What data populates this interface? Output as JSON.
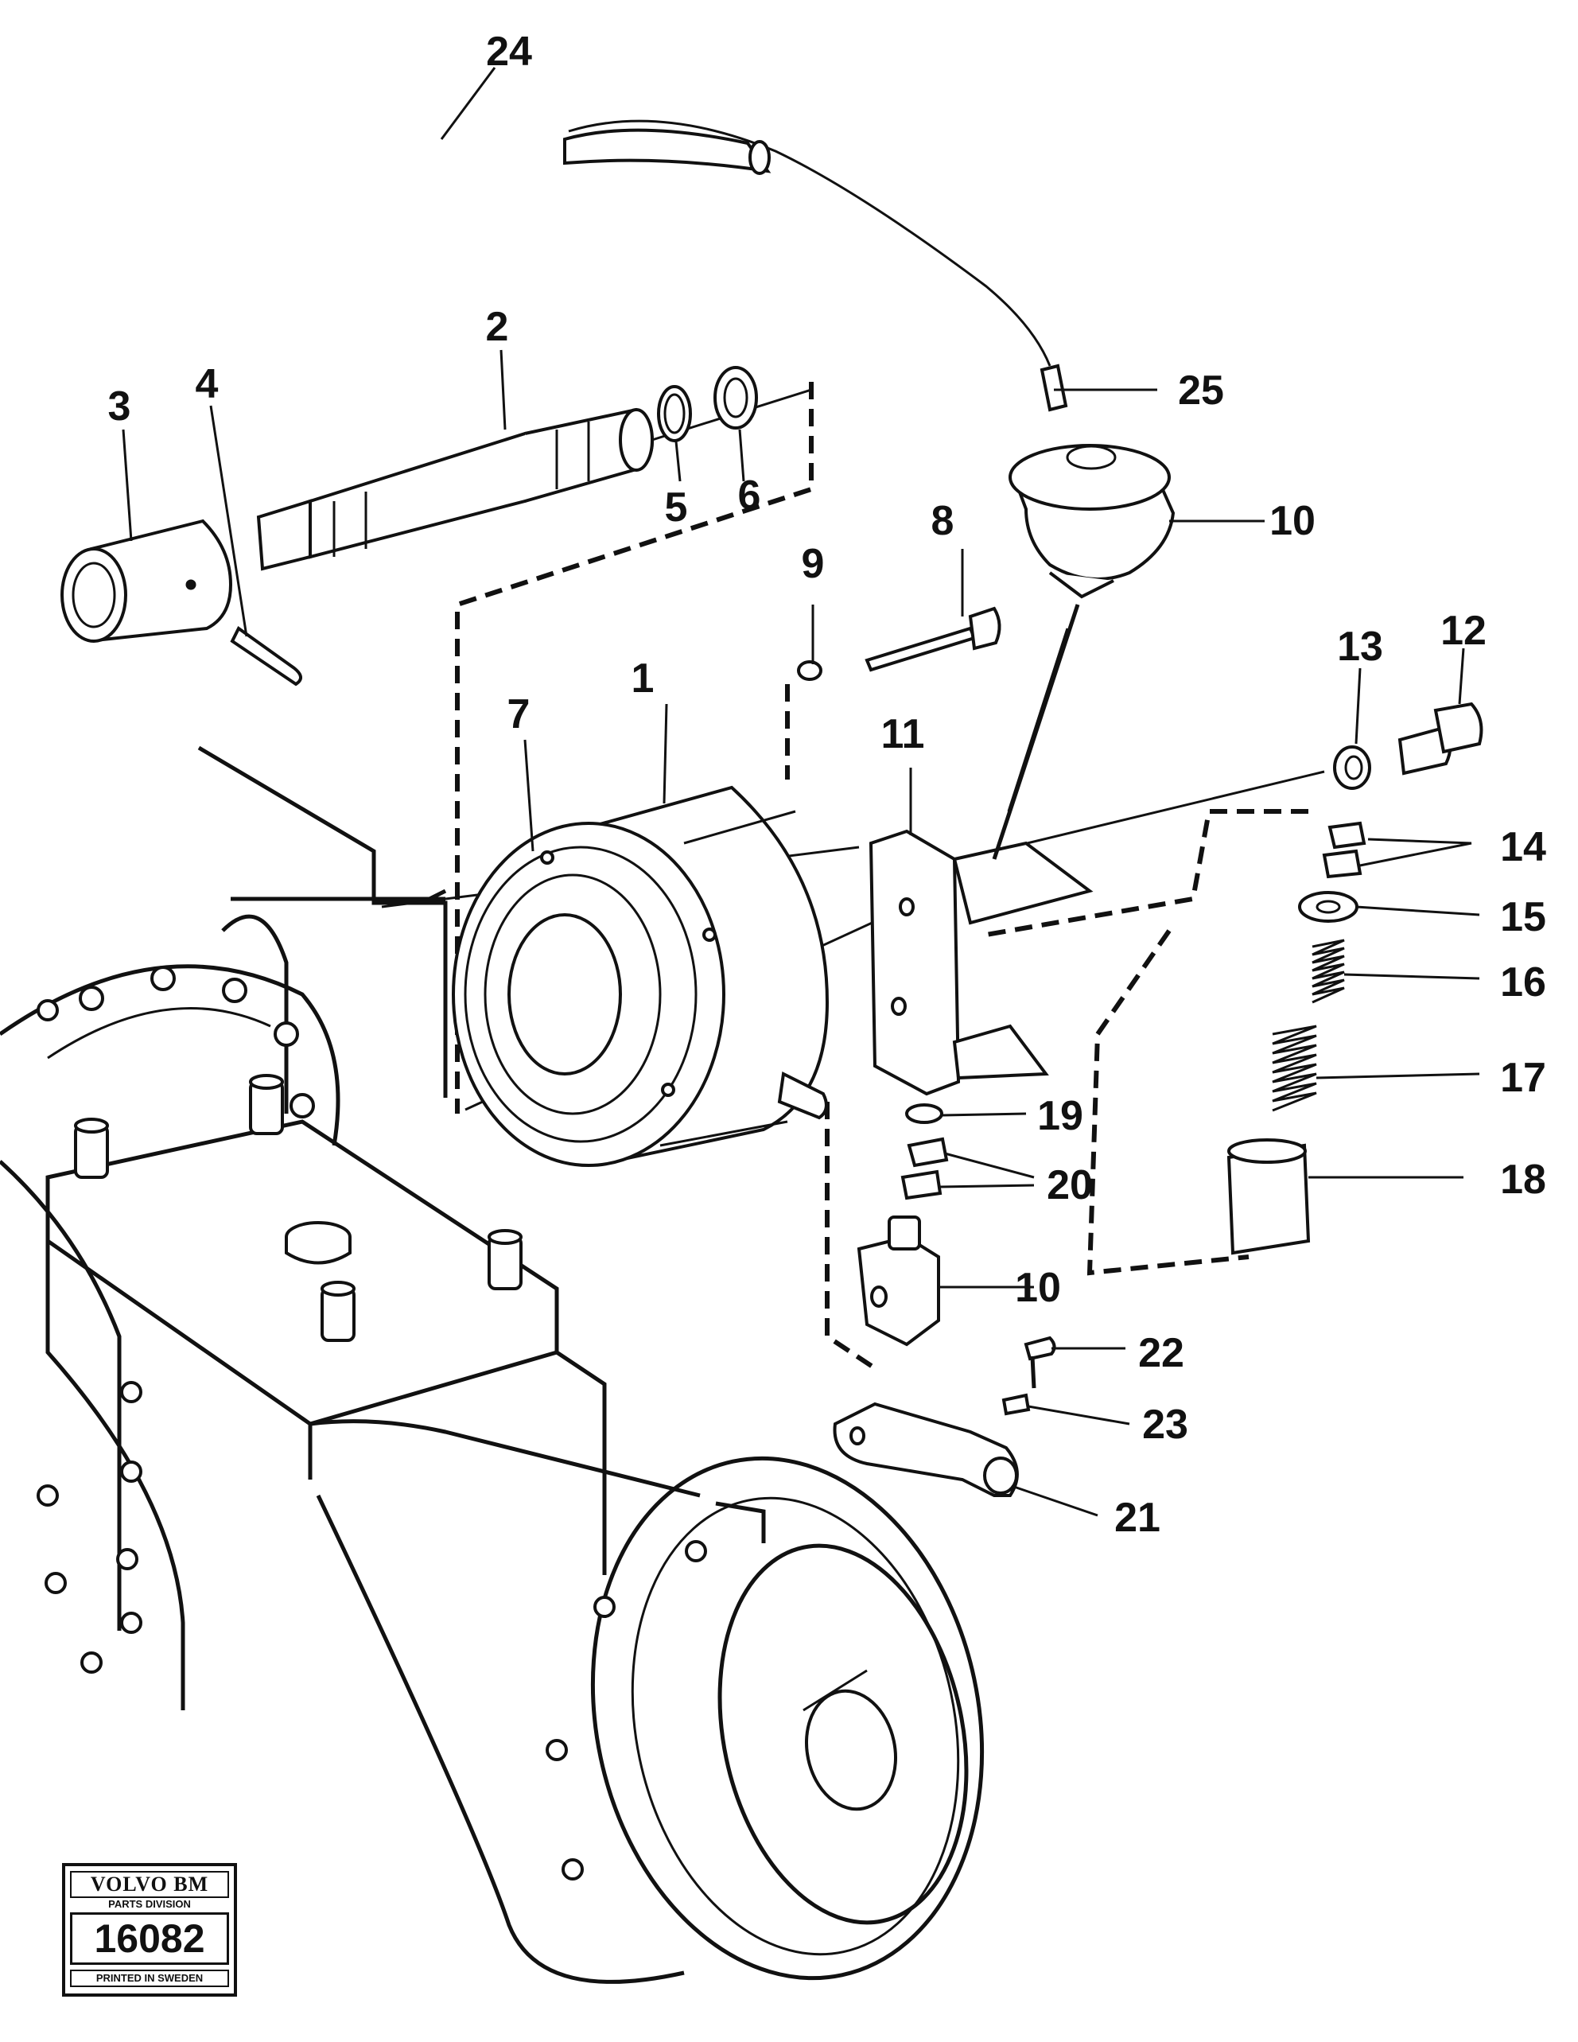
{
  "callouts": [
    {
      "id": "1",
      "label": "1"
    },
    {
      "id": "2",
      "label": "2"
    },
    {
      "id": "3",
      "label": "3"
    },
    {
      "id": "4",
      "label": "4"
    },
    {
      "id": "5",
      "label": "5"
    },
    {
      "id": "6",
      "label": "6"
    },
    {
      "id": "7",
      "label": "7"
    },
    {
      "id": "8",
      "label": "8"
    },
    {
      "id": "9",
      "label": "9"
    },
    {
      "id": "10a",
      "label": "10"
    },
    {
      "id": "10b",
      "label": "10"
    },
    {
      "id": "11",
      "label": "11"
    },
    {
      "id": "12",
      "label": "12"
    },
    {
      "id": "13",
      "label": "13"
    },
    {
      "id": "14",
      "label": "14"
    },
    {
      "id": "15",
      "label": "15"
    },
    {
      "id": "16",
      "label": "16"
    },
    {
      "id": "17",
      "label": "17"
    },
    {
      "id": "18",
      "label": "18"
    },
    {
      "id": "19",
      "label": "19"
    },
    {
      "id": "20",
      "label": "20"
    },
    {
      "id": "21",
      "label": "21"
    },
    {
      "id": "22",
      "label": "22"
    },
    {
      "id": "23",
      "label": "23"
    },
    {
      "id": "24",
      "label": "24"
    },
    {
      "id": "25",
      "label": "25"
    }
  ],
  "logo": {
    "brand": "VOLVO BM",
    "division": "PARTS DIVISION",
    "number": "16082",
    "printed": "PRINTED IN SWEDEN"
  }
}
